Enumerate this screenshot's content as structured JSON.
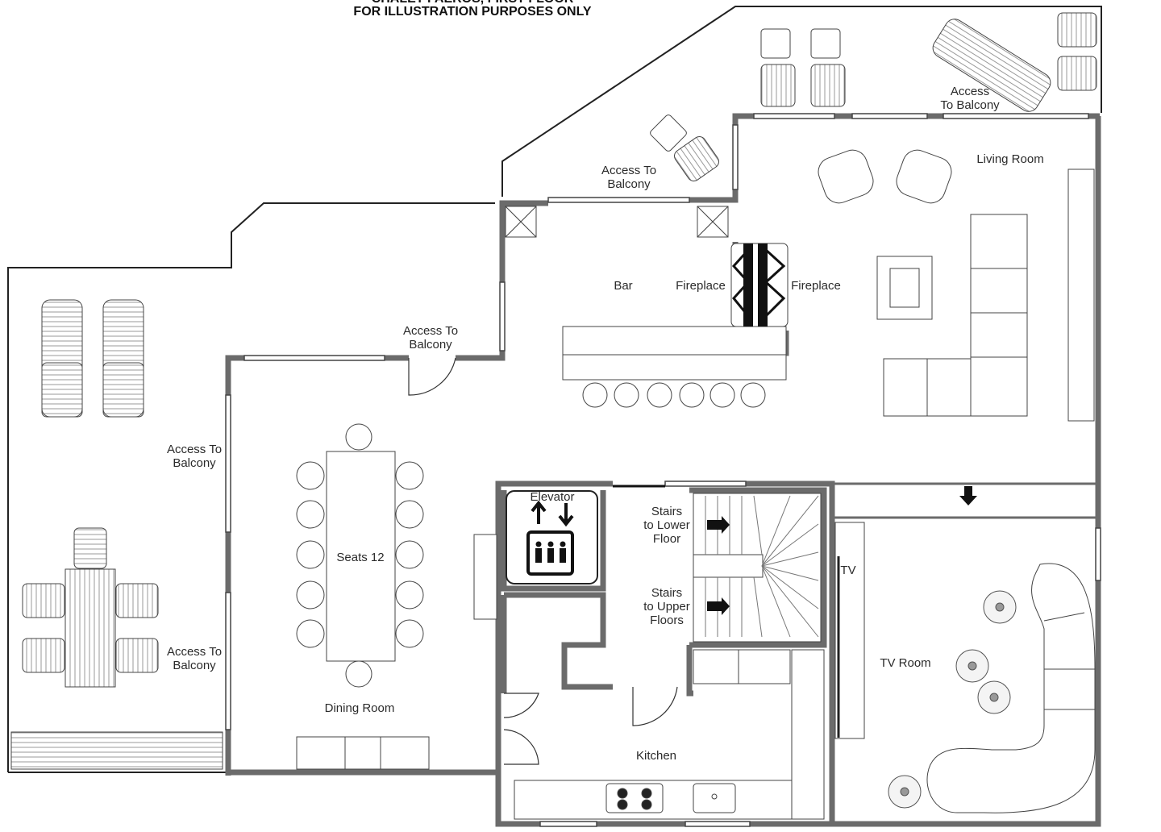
{
  "header": {
    "line1": "CHALET FAEROS, FIRST FLOOR",
    "line2": "FOR ILLUSTRATION PURPOSES ONLY"
  },
  "labels": {
    "balcony_access_label_lines": [
      "Access To",
      "Balcony"
    ],
    "balcony_access_ne_lines": [
      "Access",
      "To Balcony"
    ],
    "living_room": "Living Room",
    "bar": "Bar",
    "fireplace": "Fireplace",
    "elevator": "Elevator",
    "stairs_lower": [
      "Stairs",
      "to Lower",
      "Floor"
    ],
    "stairs_upper": [
      "Stairs",
      "to Upper",
      "Floors"
    ],
    "tv": "TV",
    "tv_room": "TV Room",
    "table_seats": "Seats 12",
    "dining_room": "Dining Room",
    "kitchen": "Kitchen"
  },
  "colors": {
    "wall": "#6b6b6b",
    "line": "#222222",
    "furniture_fill": "#f2f2f2",
    "text": "#2b2b2b"
  }
}
